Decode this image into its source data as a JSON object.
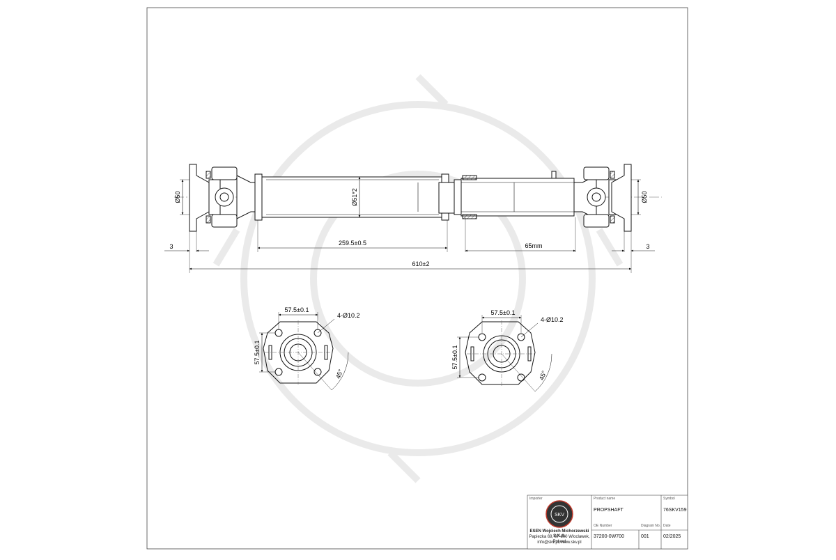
{
  "dimensions": {
    "left_flange_dia": "Ø50",
    "right_flange_dia": "Ø50",
    "tube_dia": "Ø51*2",
    "left_offset": "3",
    "right_offset": "3",
    "tube_length": "259.5±0.5",
    "slide_travel": "65mm",
    "overall_length": "610±2"
  },
  "flange_left": {
    "pcd_h": "57.5±0.1",
    "pcd_v": "57.5±0.1",
    "holes": "4-Ø10.2",
    "angle": "45°"
  },
  "flange_right": {
    "pcd_h": "57.5±0.1",
    "pcd_v": "57.5±0.1",
    "holes": "4-Ø10.2",
    "angle": "45°"
  },
  "title_block": {
    "importer_caption": "Importer",
    "company_name": "ESEN Wojciech Michorzewski S.K.A.",
    "company_address": "Papiezka 69, 87-800 Wloclawek, Poland",
    "company_contact": "info@skv.pl, www.skv.pl",
    "logo_text": "SKV",
    "product_name_caption": "Product name",
    "product_name": "PROPSHAFT",
    "symbol_caption": "Symbol",
    "symbol": "76SKV159",
    "oe_caption": "OE Number",
    "oe_number": "37200-0W700",
    "diagram_caption": "Diagram No.",
    "diagram_no": "001",
    "date_caption": "Date",
    "date": "02/2025"
  }
}
